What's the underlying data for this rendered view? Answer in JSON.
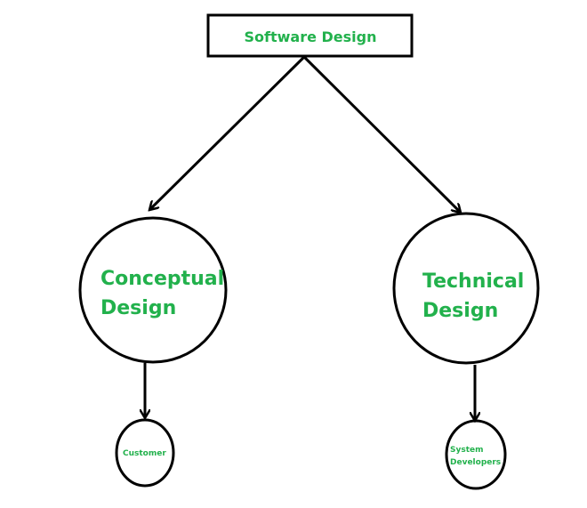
{
  "nodes": {
    "root": {
      "label": "Software Design"
    },
    "conceptual": {
      "line1": "Conceptual",
      "line2": "Design"
    },
    "technical": {
      "line1": "Technical",
      "line2": "Design"
    },
    "customer": {
      "label": "Customer"
    },
    "developers": {
      "line1": "System",
      "line2": "Developers"
    }
  },
  "colors": {
    "text": "#22b14c",
    "stroke": "#000000"
  }
}
